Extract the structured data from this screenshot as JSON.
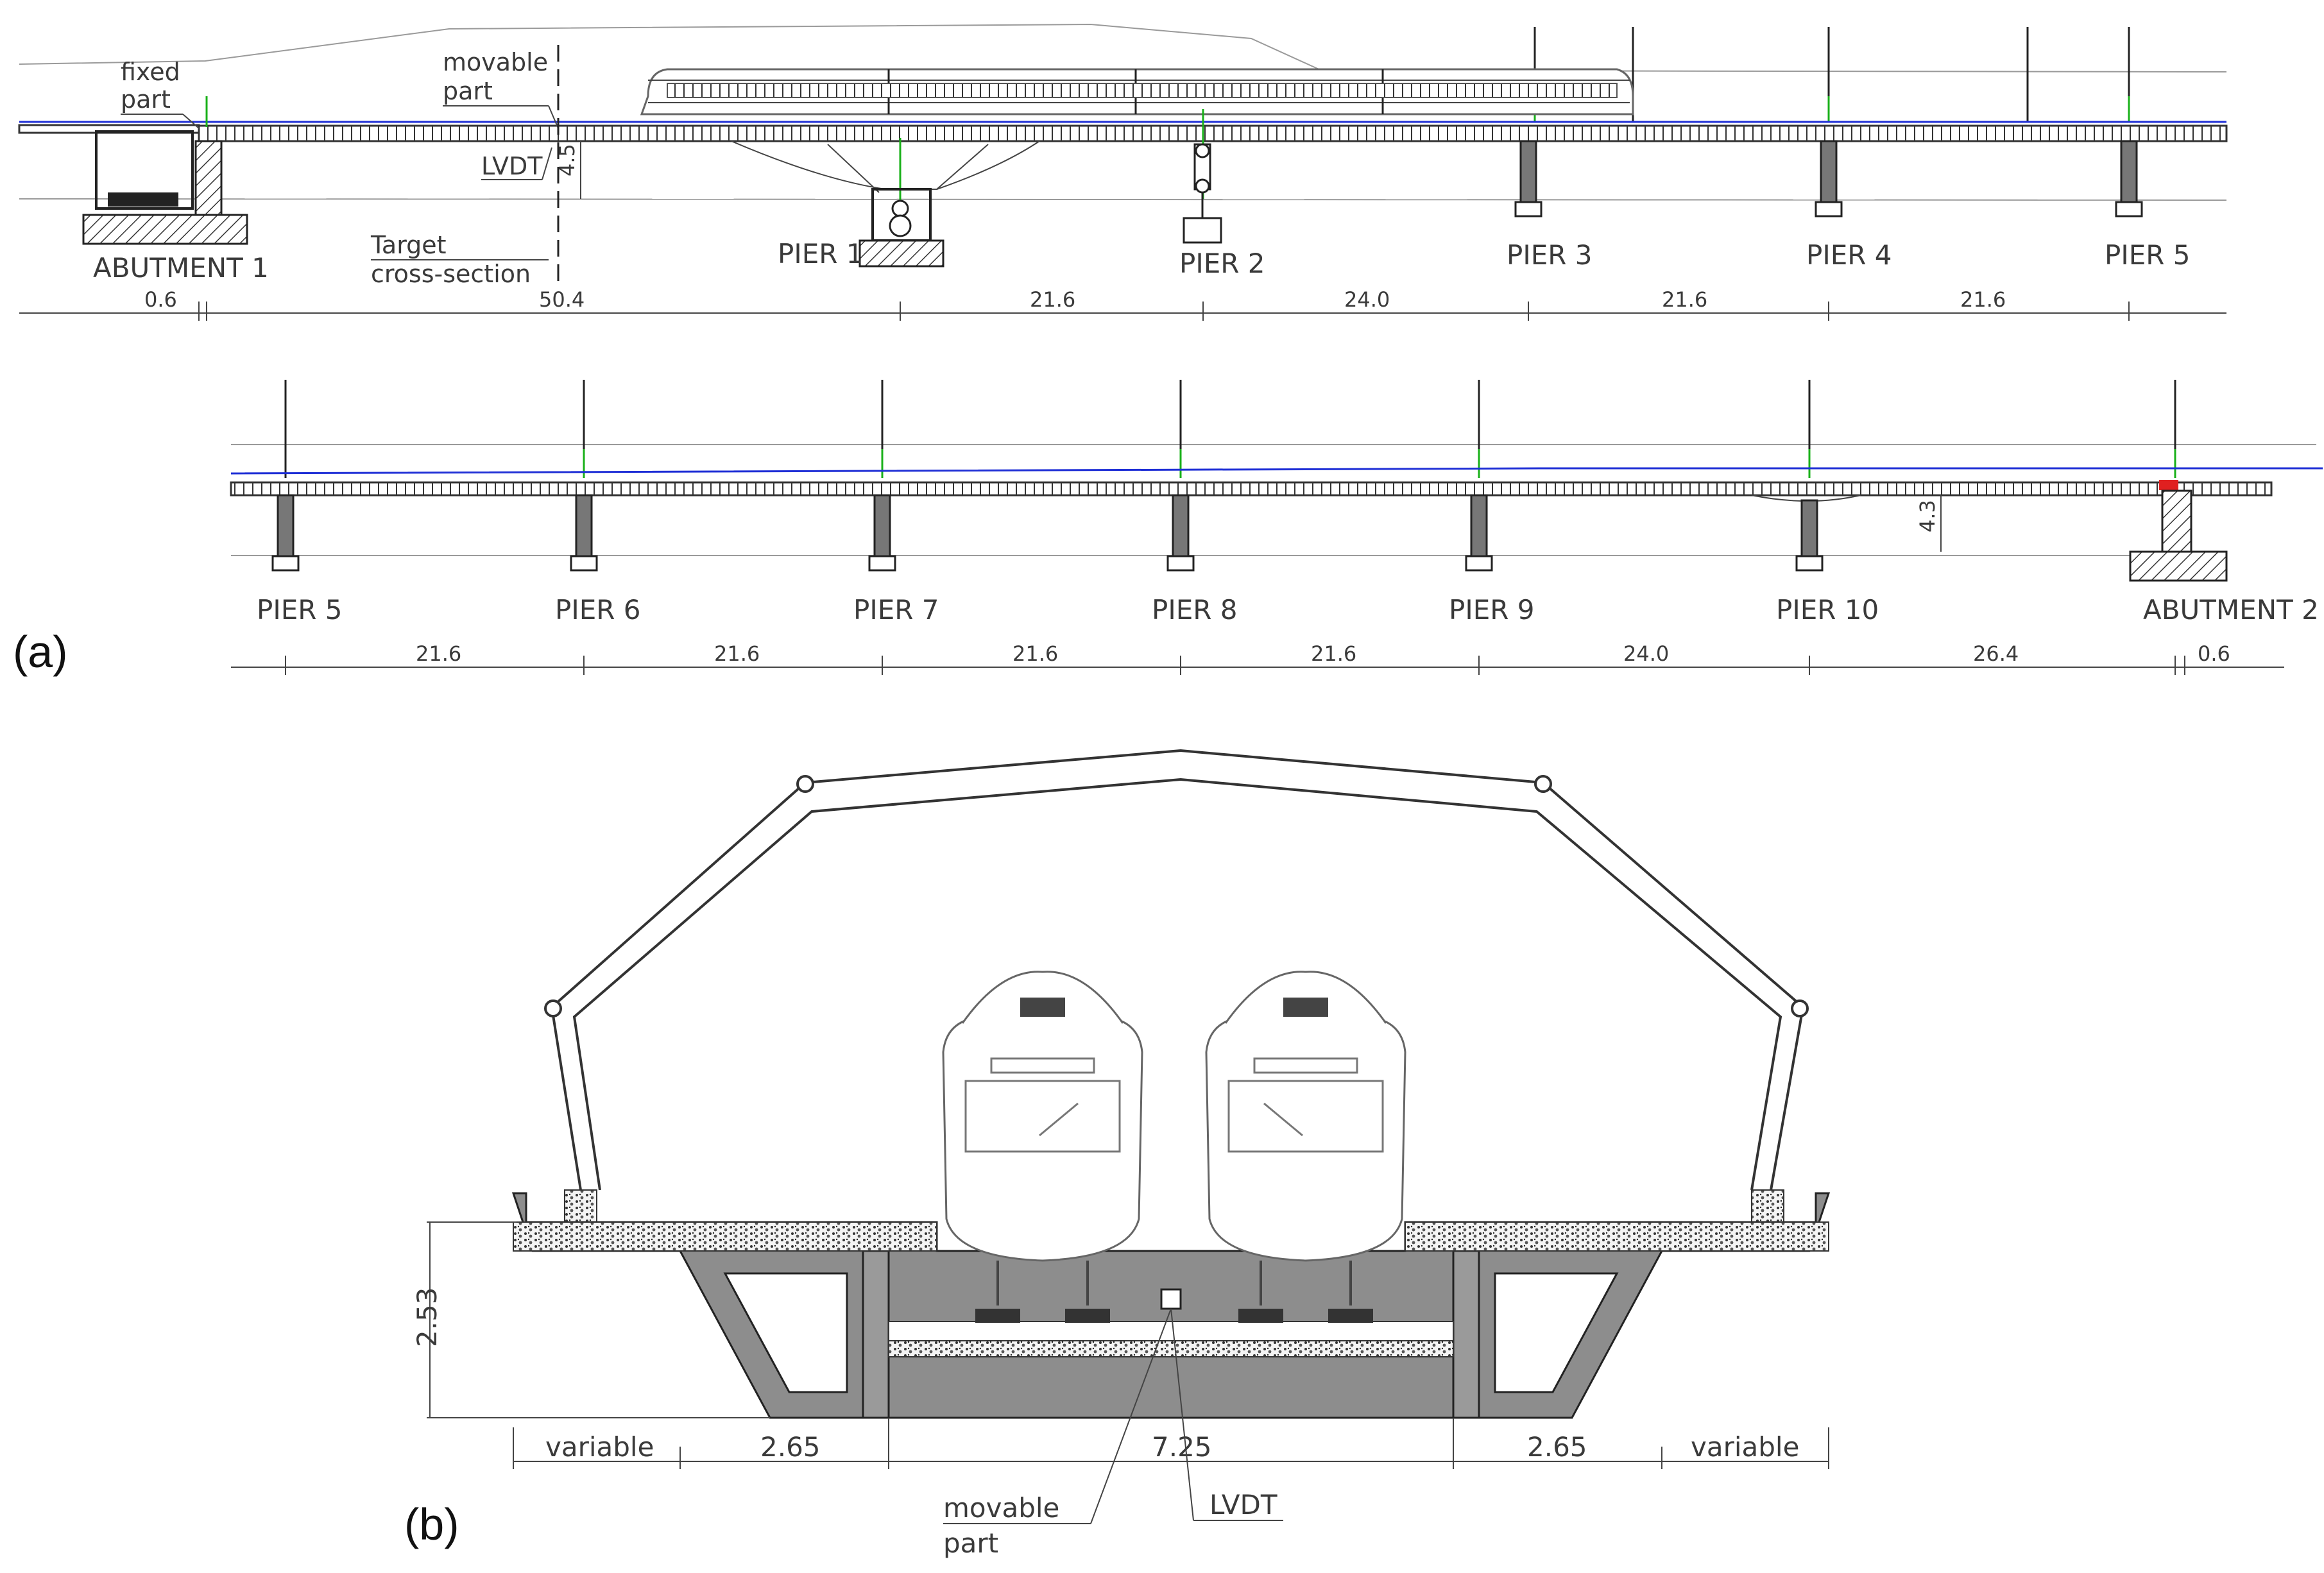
{
  "panel_labels": {
    "a": "(a)",
    "b": "(b)"
  },
  "elevation_top": {
    "labels": {
      "fixed_part_l1": "fixed",
      "fixed_part_l2": "part",
      "movable_part_l1": "movable",
      "movable_part_l2": "part",
      "lvdt": "LVDT",
      "height": "4.5",
      "target_l1": "Target",
      "target_l2": "cross-section"
    },
    "supports": [
      "ABUTMENT 1",
      "PIER 1",
      "PIER 2",
      "PIER 3",
      "PIER 4",
      "PIER 5"
    ],
    "spans": [
      "0.6",
      "50.4",
      "21.6",
      "24.0",
      "21.6",
      "21.6"
    ]
  },
  "elevation_bottom": {
    "labels": {
      "height": "4.3"
    },
    "supports": [
      "PIER 5",
      "PIER 6",
      "PIER 7",
      "PIER 8",
      "PIER 9",
      "PIER 10",
      "ABUTMENT 2"
    ],
    "spans": [
      "21.6",
      "21.6",
      "21.6",
      "21.6",
      "24.0",
      "26.4",
      "0.6"
    ]
  },
  "cross_section": {
    "height": "2.53",
    "dims": [
      "variable",
      "2.65",
      "7.25",
      "2.65",
      "variable"
    ],
    "movable_part_l1": "movable",
    "movable_part_l2": "part",
    "lvdt": "LVDT"
  },
  "colors": {
    "rail_line": "#1f2fd6",
    "catenary": "#19b019",
    "marker": "#e02020"
  }
}
